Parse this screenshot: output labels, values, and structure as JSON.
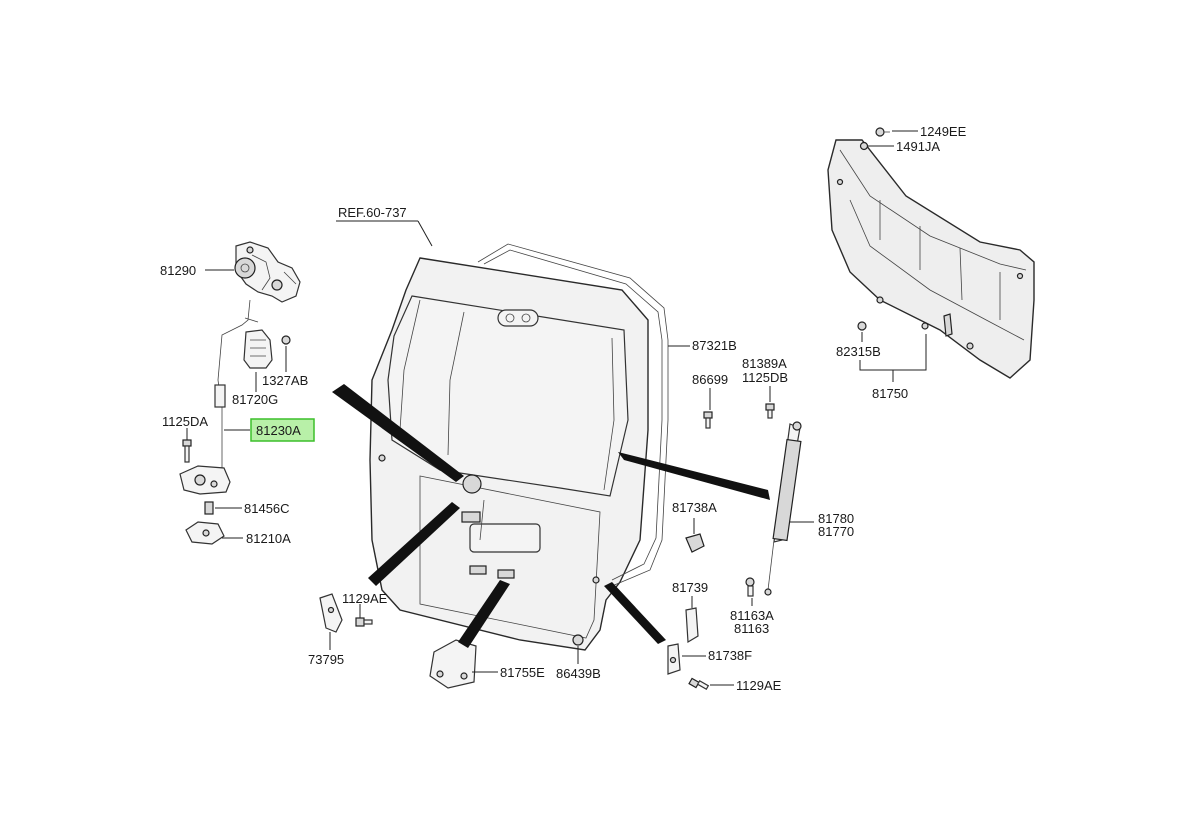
{
  "highlight_color": "#3cbf2a",
  "labels": {
    "p81290": "81290",
    "p1327AB": "1327AB",
    "p81720G": "81720G",
    "p1125DA": "1125DA",
    "p81230A": "81230A",
    "p81456C": "81456C",
    "p81210A": "81210A",
    "ref": "REF.60-737",
    "p87321B": "87321B",
    "p86699": "86699",
    "p81389A": "81389A",
    "p1125DB": "1125DB",
    "p81738A": "81738A",
    "p81780": "81780",
    "p81770": "81770",
    "p81739": "81739",
    "p81163A": "81163A",
    "p81163": "81163",
    "p81738F": "81738F",
    "p1129AE_right": "1129AE",
    "p1129AE_left": "1129AE",
    "p73795": "73795",
    "p81755E": "81755E",
    "p86439B": "86439B",
    "p1249EE": "1249EE",
    "p1491JA": "1491JA",
    "p82315B": "82315B",
    "p81750": "81750"
  }
}
